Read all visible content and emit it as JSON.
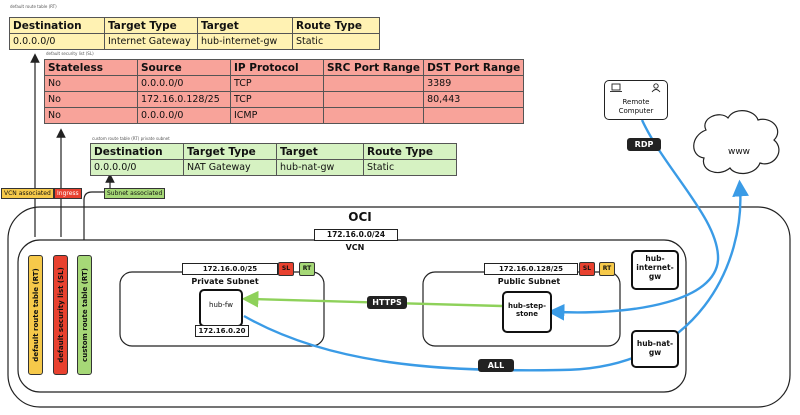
{
  "captions": {
    "route_table": "default route table (RT)",
    "security_list": "default security list (SL)",
    "custom_route_table": "custom route table (RT) private subnet"
  },
  "route_table": {
    "headers": [
      "Destination",
      "Target Type",
      "Target",
      "Route Type"
    ],
    "rows": [
      [
        "0.0.0.0/0",
        "Internet Gateway",
        "hub-internet-gw",
        "Static"
      ]
    ]
  },
  "security_list": {
    "headers": [
      "Stateless",
      "Source",
      "IP Protocol",
      "SRC Port Range",
      "DST Port Range"
    ],
    "rows": [
      [
        "No",
        "0.0.0.0/0",
        "TCP",
        "",
        "3389"
      ],
      [
        "No",
        "172.16.0.128/25",
        "TCP",
        "",
        "80,443"
      ],
      [
        "No",
        "0.0.0.0/0",
        "ICMP",
        "",
        ""
      ]
    ]
  },
  "custom_route_table": {
    "headers": [
      "Destination",
      "Target Type",
      "Target",
      "Route Type"
    ],
    "rows": [
      [
        "0.0.0.0/0",
        "NAT Gateway",
        "hub-nat-gw",
        "Static"
      ]
    ]
  },
  "tags": {
    "vcn_associated": "VCN associated",
    "ingress": "Ingress",
    "subnet_associated": "Subnet associated"
  },
  "bars": {
    "rt": "default route table (RT)",
    "sl": "default security list (SL)",
    "custom": "custom route table (RT)"
  },
  "oci": {
    "title": "OCI",
    "cidr": "172.16.0.0/24",
    "vcn": "VCN"
  },
  "private_subnet": {
    "cidr": "172.16.0.0/25",
    "title": "Private Subnet",
    "sl": "SL",
    "rt": "RT"
  },
  "public_subnet": {
    "cidr": "172.16.0.128/25",
    "title": "Public Subnet",
    "sl": "SL",
    "rt": "RT"
  },
  "hub_fw": {
    "name": "hub-fw",
    "ip": "172.16.0.20"
  },
  "hub_step": {
    "line1": "hub-step-",
    "line2": "stone"
  },
  "internet_gw": {
    "line1": "hub-",
    "line2": "internet-",
    "line3": "gw"
  },
  "nat_gw": {
    "line1": "hub-nat-",
    "line2": "gw"
  },
  "remote": {
    "line1": "Remote",
    "line2": "Computer"
  },
  "www": "www",
  "flows": {
    "rdp": "RDP",
    "https": "HTTPS",
    "all": "ALL"
  },
  "colors": {
    "yellow": "#fff2b3",
    "red": "#f8a39a",
    "green": "#d6f2c2",
    "blue": "#3a9be6",
    "https_green": "#8ed15a",
    "tag_yellow": "#f6c94a",
    "tag_red": "#e8412f",
    "tag_green": "#a6d877"
  }
}
